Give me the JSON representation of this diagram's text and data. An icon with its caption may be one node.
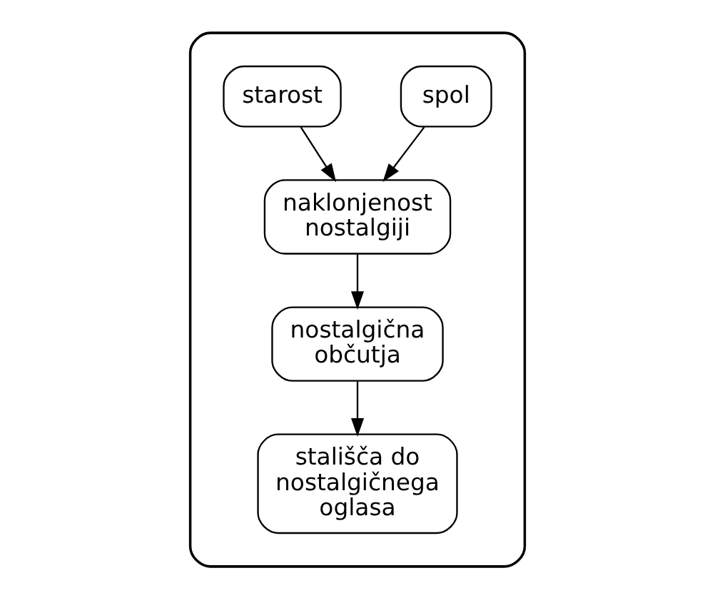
{
  "diagram": {
    "nodes": [
      {
        "text": [],
        "shape": "box"
      },
      {
        "text": [
          "spol"
        ],
        "in": 0
      },
      {
        "text": [
          "starost"
        ],
        "in": 0
      },
      {
        "text": [
          "naklonjenost nostalgiji"
        ],
        "in": 0
      },
      {
        "text": [
          "nostalgična občutja"
        ],
        "in": 0
      },
      {
        "text": [
          "stališča do nostalgičnega oglasa"
        ],
        "in": 0
      }
    ],
    "edges": [
      {
        "from": 1,
        "to": 3,
        "arrow": "to"
      },
      {
        "from": 2,
        "to": 3,
        "arrow": "to"
      },
      {
        "from": 3,
        "to": 4,
        "arrow": "to"
      },
      {
        "from": 4,
        "to": 5,
        "arrow": "to"
      }
    ]
  }
}
